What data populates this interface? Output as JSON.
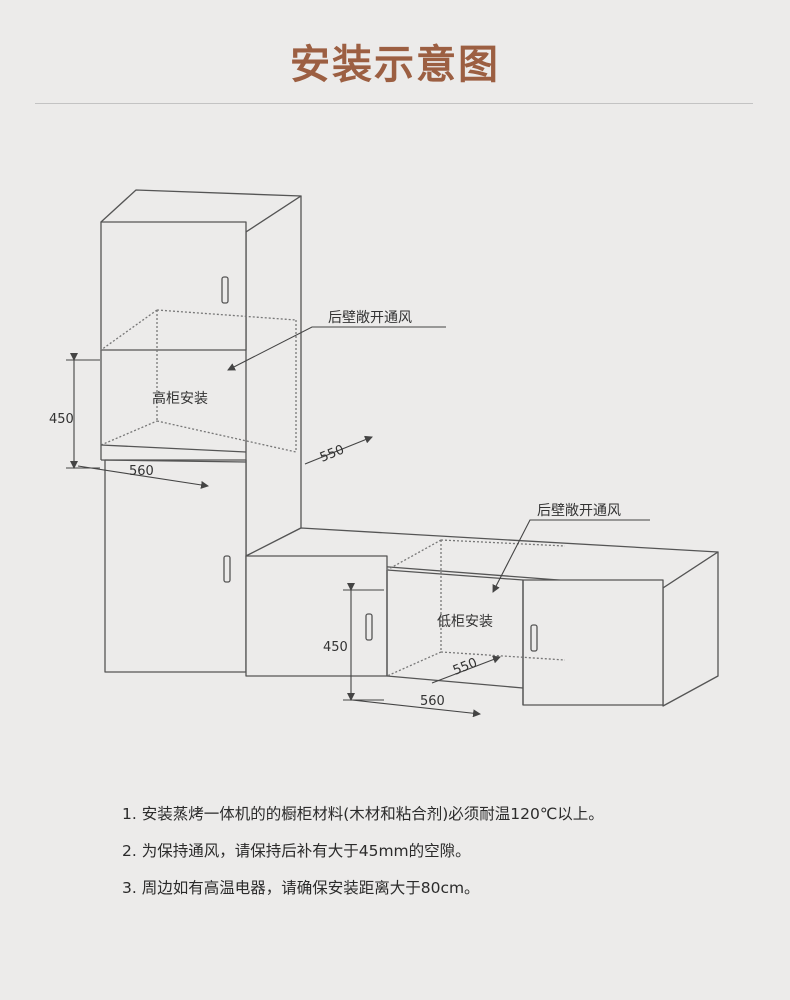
{
  "title": "安装示意图",
  "labels": {
    "vent_tall": "后壁敞开通风",
    "vent_base": "后壁敞开通风",
    "tall_install": "高柜安装",
    "base_install": "低柜安装"
  },
  "dimensions": {
    "tall_height": "450",
    "tall_width": "560",
    "tall_depth": "550",
    "base_height": "450",
    "base_width": "560",
    "base_depth": "550"
  },
  "notes": [
    "1. 安装蒸烤一体机的的橱柜材料(木材和粘合剂)必须耐温120℃以上。",
    "2. 为保持通风，请保持后补有大于45mm的空隙。",
    "3. 周边如有高温电器，请确保安装距离大于80cm。"
  ],
  "colors": {
    "title": "#9c5f42",
    "line": "#555555",
    "fill": "#ecebea"
  }
}
